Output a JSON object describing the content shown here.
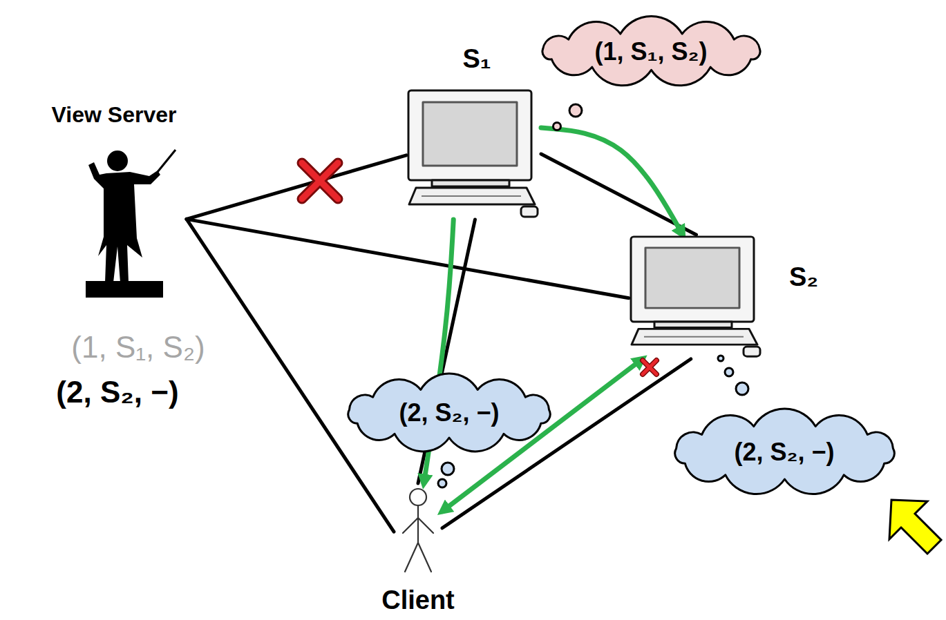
{
  "diagram": {
    "nodes": [
      {
        "text": [
          "View Server",
          "(1, S₁, S₂)",
          "(2, S₂, −)"
        ]
      },
      {
        "text": [
          "S₁"
        ]
      },
      {
        "text": [
          "S₂"
        ]
      },
      {
        "text": [
          "Client"
        ]
      },
      {
        "text": [
          "(1, S₁, S₂)"
        ]
      },
      {
        "text": [
          "(2, S₂, −)"
        ]
      },
      {
        "text": [
          "(2, S₂, −)"
        ]
      }
    ],
    "edges": [
      {
        "from": 0,
        "to": 1,
        "arrow": "none"
      },
      {
        "from": 0,
        "to": 2,
        "arrow": "none"
      },
      {
        "from": 0,
        "to": 3,
        "arrow": "none"
      },
      {
        "from": 1,
        "to": 2,
        "arrow": "none"
      },
      {
        "from": 1,
        "to": 3,
        "arrow": "none"
      },
      {
        "from": 2,
        "to": 3,
        "arrow": "none"
      },
      {
        "from": 1,
        "to": 2,
        "arrow": "to"
      },
      {
        "from": 1,
        "to": 3,
        "arrow": "to"
      },
      {
        "from": 3,
        "to": 2,
        "arrow": "both"
      }
    ]
  }
}
